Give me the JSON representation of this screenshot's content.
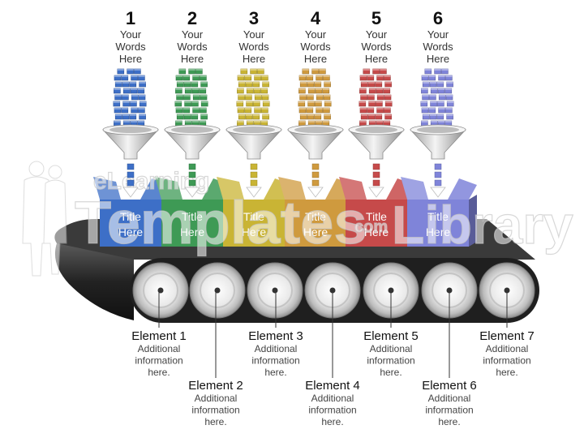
{
  "watermark": {
    "small_text": "eLearning",
    "main_text": "Templates",
    "mid_text": "com",
    "right_text": "Library"
  },
  "stages": [
    {
      "number": "1",
      "words": [
        "Your",
        "Words",
        "Here"
      ],
      "box": [
        "Title",
        "Here"
      ],
      "color": "#3d6fc7"
    },
    {
      "number": "2",
      "words": [
        "Your",
        "Words",
        "Here"
      ],
      "box": [
        "Title",
        "Here"
      ],
      "color": "#3e9a55"
    },
    {
      "number": "3",
      "words": [
        "Your",
        "Words",
        "Here"
      ],
      "box": [
        "Title",
        "Here"
      ],
      "color": "#c9b434"
    },
    {
      "number": "4",
      "words": [
        "Your",
        "Words",
        "Here"
      ],
      "box": [
        "Title",
        "Here"
      ],
      "color": "#cf9a3e"
    },
    {
      "number": "5",
      "words": [
        "Your",
        "Words",
        "Here"
      ],
      "box": [
        "Title",
        "Here"
      ],
      "color": "#c64a4a"
    },
    {
      "number": "6",
      "words": [
        "Your",
        "Words",
        "Here"
      ],
      "box": [
        "Title",
        "Here"
      ],
      "color": "#7f84d9"
    }
  ],
  "elements": [
    {
      "title": "Element 1",
      "info": [
        "Additional",
        "information",
        "here."
      ]
    },
    {
      "title": "Element 2",
      "info": [
        "Additional",
        "information",
        "here."
      ]
    },
    {
      "title": "Element 3",
      "info": [
        "Additional",
        "information",
        "here."
      ]
    },
    {
      "title": "Element 4",
      "info": [
        "Additional",
        "information",
        "here."
      ]
    },
    {
      "title": "Element 5",
      "info": [
        "Additional",
        "information",
        "here."
      ]
    },
    {
      "title": "Element 6",
      "info": [
        "Additional",
        "information",
        "here."
      ]
    },
    {
      "title": "Element 7",
      "info": [
        "Additional",
        "information",
        "here."
      ]
    }
  ],
  "colors": {
    "belt": "#2b2b2b",
    "roller": "#e6e6e6",
    "funnel": "#d9d9d9"
  }
}
